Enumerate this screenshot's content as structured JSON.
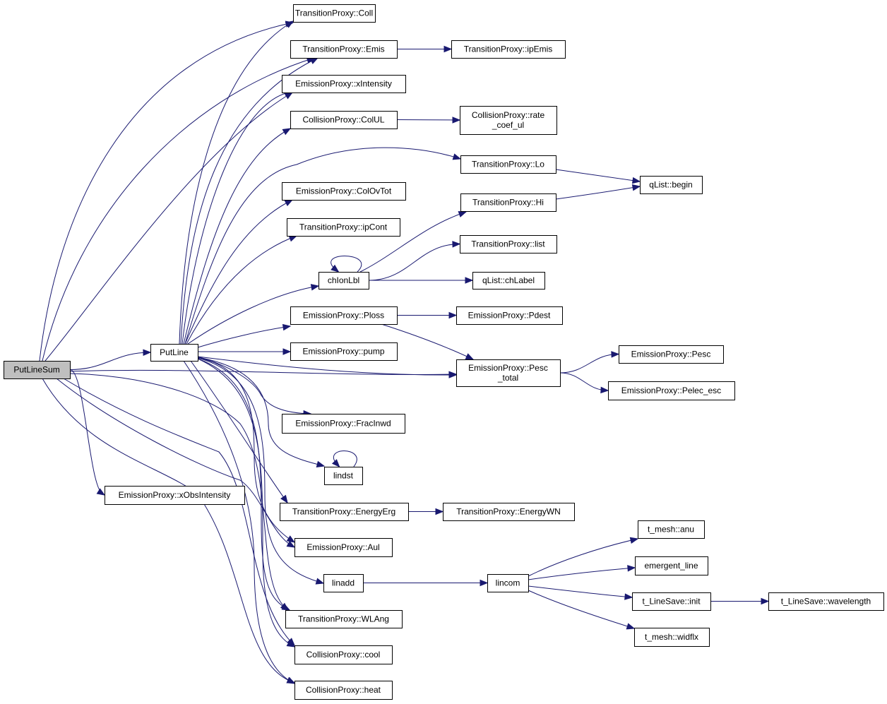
{
  "nodes": [
    {
      "id": "PutLineSum",
      "lines": [
        "PutLineSum"
      ],
      "root": true
    },
    {
      "id": "PutLine",
      "lines": [
        "PutLine"
      ]
    },
    {
      "id": "xObsIntensity",
      "lines": [
        "EmissionProxy::xObsIntensity"
      ]
    },
    {
      "id": "TP_Coll",
      "lines": [
        "TransitionProxy::Coll"
      ]
    },
    {
      "id": "TP_Emis",
      "lines": [
        "TransitionProxy::Emis"
      ]
    },
    {
      "id": "TP_ipEmis",
      "lines": [
        "TransitionProxy::ipEmis"
      ]
    },
    {
      "id": "EP_xIntensity",
      "lines": [
        "EmissionProxy::xIntensity"
      ]
    },
    {
      "id": "CP_ColUL",
      "lines": [
        "CollisionProxy::ColUL"
      ]
    },
    {
      "id": "CP_rate",
      "lines": [
        "CollisionProxy::rate",
        "_coef_ul"
      ]
    },
    {
      "id": "TP_Lo",
      "lines": [
        "TransitionProxy::Lo"
      ]
    },
    {
      "id": "qList_begin",
      "lines": [
        "qList::begin"
      ]
    },
    {
      "id": "EP_ColOvTot",
      "lines": [
        "EmissionProxy::ColOvTot"
      ]
    },
    {
      "id": "TP_Hi",
      "lines": [
        "TransitionProxy::Hi"
      ]
    },
    {
      "id": "TP_ipCont",
      "lines": [
        "TransitionProxy::ipCont"
      ]
    },
    {
      "id": "TP_list",
      "lines": [
        "TransitionProxy::list"
      ]
    },
    {
      "id": "chIonLbl",
      "lines": [
        "chIonLbl"
      ]
    },
    {
      "id": "qList_chLabel",
      "lines": [
        "qList::chLabel"
      ]
    },
    {
      "id": "EP_Ploss",
      "lines": [
        "EmissionProxy::Ploss"
      ]
    },
    {
      "id": "EP_Pdest",
      "lines": [
        "EmissionProxy::Pdest"
      ]
    },
    {
      "id": "EP_pump",
      "lines": [
        "EmissionProxy::pump"
      ]
    },
    {
      "id": "EP_Pesc_total",
      "lines": [
        "EmissionProxy::Pesc",
        "_total"
      ]
    },
    {
      "id": "EP_Pesc",
      "lines": [
        "EmissionProxy::Pesc"
      ]
    },
    {
      "id": "EP_Pelec_esc",
      "lines": [
        "EmissionProxy::Pelec_esc"
      ]
    },
    {
      "id": "EP_FracInwd",
      "lines": [
        "EmissionProxy::FracInwd"
      ]
    },
    {
      "id": "lindst",
      "lines": [
        "lindst"
      ]
    },
    {
      "id": "TP_EnergyErg",
      "lines": [
        "TransitionProxy::EnergyErg"
      ]
    },
    {
      "id": "TP_EnergyWN",
      "lines": [
        "TransitionProxy::EnergyWN"
      ]
    },
    {
      "id": "EP_Aul",
      "lines": [
        "EmissionProxy::Aul"
      ]
    },
    {
      "id": "t_mesh_anu",
      "lines": [
        "t_mesh::anu"
      ]
    },
    {
      "id": "emergent_line",
      "lines": [
        "emergent_line"
      ]
    },
    {
      "id": "linadd",
      "lines": [
        "linadd"
      ]
    },
    {
      "id": "lincom",
      "lines": [
        "lincom"
      ]
    },
    {
      "id": "LS_init",
      "lines": [
        "t_LineSave::init"
      ]
    },
    {
      "id": "LS_wavelength",
      "lines": [
        "t_LineSave::wavelength"
      ]
    },
    {
      "id": "TP_WLAng",
      "lines": [
        "TransitionProxy::WLAng"
      ]
    },
    {
      "id": "t_mesh_widflx",
      "lines": [
        "t_mesh::widflx"
      ]
    },
    {
      "id": "CP_cool",
      "lines": [
        "CollisionProxy::cool"
      ]
    },
    {
      "id": "CP_heat",
      "lines": [
        "CollisionProxy::heat"
      ]
    }
  ],
  "edges": [
    [
      "PutLineSum",
      "PutLine"
    ],
    [
      "PutLineSum",
      "xObsIntensity"
    ],
    [
      "PutLineSum",
      "TP_Coll"
    ],
    [
      "PutLineSum",
      "TP_Emis"
    ],
    [
      "PutLineSum",
      "EP_xIntensity"
    ],
    [
      "PutLineSum",
      "EP_Pesc_total"
    ],
    [
      "PutLineSum",
      "EP_Aul"
    ],
    [
      "PutLineSum",
      "TP_WLAng"
    ],
    [
      "PutLineSum",
      "CP_cool"
    ],
    [
      "PutLineSum",
      "CP_heat"
    ],
    [
      "PutLine",
      "TP_Coll"
    ],
    [
      "PutLine",
      "TP_Emis"
    ],
    [
      "PutLine",
      "EP_xIntensity"
    ],
    [
      "PutLine",
      "CP_ColUL"
    ],
    [
      "PutLine",
      "TP_Lo"
    ],
    [
      "PutLine",
      "EP_ColOvTot"
    ],
    [
      "PutLine",
      "TP_ipCont"
    ],
    [
      "PutLine",
      "chIonLbl"
    ],
    [
      "PutLine",
      "EP_Ploss"
    ],
    [
      "PutLine",
      "EP_pump"
    ],
    [
      "PutLine",
      "EP_Pesc_total"
    ],
    [
      "PutLine",
      "EP_FracInwd"
    ],
    [
      "PutLine",
      "lindst"
    ],
    [
      "PutLine",
      "TP_EnergyErg"
    ],
    [
      "PutLine",
      "EP_Aul"
    ],
    [
      "PutLine",
      "linadd"
    ],
    [
      "PutLine",
      "TP_WLAng"
    ],
    [
      "PutLine",
      "CP_cool"
    ],
    [
      "PutLine",
      "CP_heat"
    ],
    [
      "TP_Emis",
      "TP_ipEmis"
    ],
    [
      "CP_ColUL",
      "CP_rate"
    ],
    [
      "TP_Lo",
      "qList_begin"
    ],
    [
      "TP_Hi",
      "qList_begin"
    ],
    [
      "chIonLbl",
      "chIonLbl"
    ],
    [
      "chIonLbl",
      "TP_Hi"
    ],
    [
      "chIonLbl",
      "TP_list"
    ],
    [
      "chIonLbl",
      "qList_chLabel"
    ],
    [
      "EP_Ploss",
      "EP_Pdest"
    ],
    [
      "EP_Ploss",
      "EP_Pesc_total"
    ],
    [
      "EP_Pesc_total",
      "EP_Pesc"
    ],
    [
      "EP_Pesc_total",
      "EP_Pelec_esc"
    ],
    [
      "lindst",
      "lindst"
    ],
    [
      "TP_EnergyErg",
      "TP_EnergyWN"
    ],
    [
      "linadd",
      "lincom"
    ],
    [
      "lincom",
      "t_mesh_anu"
    ],
    [
      "lincom",
      "emergent_line"
    ],
    [
      "lincom",
      "LS_init"
    ],
    [
      "lincom",
      "t_mesh_widflx"
    ],
    [
      "LS_init",
      "LS_wavelength"
    ]
  ]
}
